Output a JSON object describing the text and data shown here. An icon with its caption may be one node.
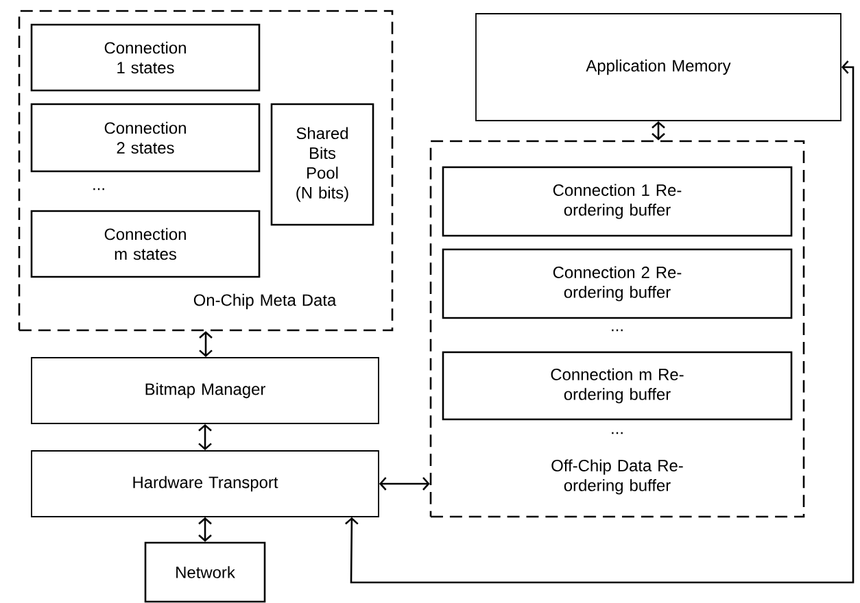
{
  "diagram": {
    "nodes": [
      {
        "text": [
          "On-Chip Meta Data"
        ]
      },
      {
        "text": [
          "Connection 1 states"
        ],
        "in": 0
      },
      {
        "text": [
          "Connection 2 states"
        ],
        "in": 0
      },
      {
        "text": [
          "Connection m states"
        ],
        "in": 0
      },
      {
        "text": [
          "Shared Bits Pool (N bits)"
        ],
        "in": 0
      },
      {
        "text": [
          "Bitmap Manager"
        ]
      },
      {
        "text": [
          "Hardware Transport"
        ]
      },
      {
        "text": [
          "Network"
        ]
      },
      {
        "text": [
          "Application Memory"
        ]
      },
      {
        "text": [
          "Off-Chip Data Re-ordering buffer"
        ]
      },
      {
        "text": [
          "Connection 1 Re-ordering buffer"
        ],
        "in": 9
      },
      {
        "text": [
          "Connection 2 Re-ordering buffer"
        ],
        "in": 9
      },
      {
        "text": [
          "Connection m Re-ordering buffer"
        ],
        "in": 9
      }
    ],
    "edges": [
      {
        "from": 0,
        "to": 5,
        "arrow": "both"
      },
      {
        "from": 5,
        "to": 6,
        "arrow": "both"
      },
      {
        "from": 6,
        "to": 7,
        "arrow": "both"
      },
      {
        "from": 8,
        "to": 9,
        "arrow": "both"
      },
      {
        "from": 6,
        "to": 9,
        "arrow": "both"
      },
      {
        "from": 8,
        "to": 6,
        "arrow": "both"
      }
    ],
    "labels": [
      "...",
      "...",
      "..."
    ]
  }
}
